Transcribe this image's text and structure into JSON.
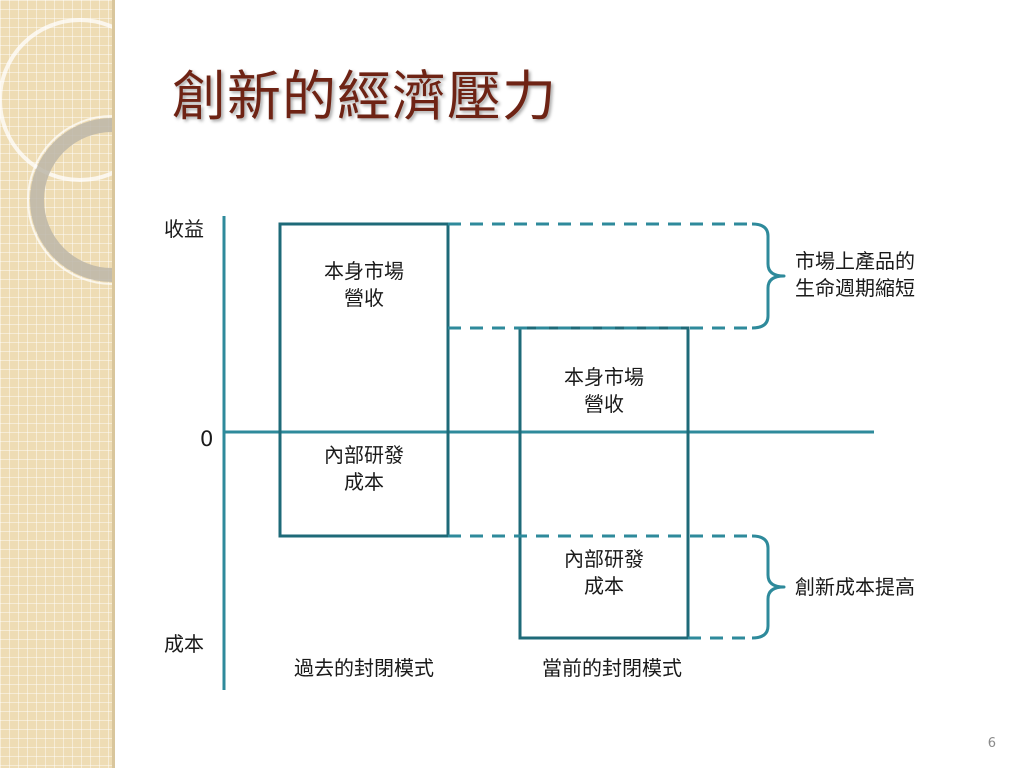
{
  "slide": {
    "title": "創新的經濟壓力",
    "page_number": "6"
  },
  "axis": {
    "top_label": "收益",
    "bottom_label": "成本",
    "zero_label": "0"
  },
  "models": [
    {
      "caption": "過去的封閉模式",
      "revenue_label": [
        "本身市場",
        "營收"
      ],
      "cost_label": [
        "內部研發",
        "成本"
      ]
    },
    {
      "caption": "當前的封閉模式",
      "revenue_label": [
        "本身市場",
        "營收"
      ],
      "cost_label": [
        "內部研發",
        "成本"
      ]
    }
  ],
  "annotations": {
    "revenue_gap": [
      "市場上產品的",
      "生命週期縮短"
    ],
    "cost_gap": "創新成本提高"
  },
  "colors": {
    "line": "#1e6a78",
    "axis": "#2e8a9b",
    "dashed": "#2e8a9b",
    "title": "#6e2314",
    "sidebar": "#eedcb4"
  }
}
